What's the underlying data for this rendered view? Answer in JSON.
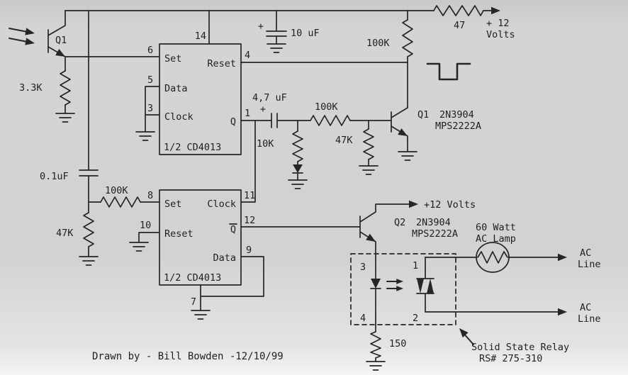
{
  "colors": {
    "paper": "#d2d2d2",
    "ink": "#262626"
  },
  "ff1": {
    "chip": "1/2 CD4013",
    "set_label": "Set",
    "data_label": "Data",
    "clock_label": "Clock",
    "reset_label": "Reset",
    "q_label": "Q",
    "pin14": "14",
    "pin6": "6",
    "pin5": "5",
    "pin3": "3",
    "pin4": "4",
    "pin1": "1"
  },
  "ff2": {
    "chip": "1/2 CD4013",
    "set_label": "Set",
    "reset_label": "Reset",
    "clock_label": "Clock",
    "qbar_label": "Q",
    "data_label": "Data",
    "pin8": "8",
    "pin10": "10",
    "pin11": "11",
    "pin12": "12",
    "pin9": "9",
    "pin7": "7"
  },
  "parts": {
    "photo_q1": "Q1",
    "r_3p3k": "3.3K",
    "c_10uF": "10 uF",
    "c_10uF_plus": "+",
    "r_100k_pullup": "100K",
    "r_47": "47",
    "supply_top_line1": "+ 12",
    "supply_top_line2": "Volts",
    "c_4p7uF": "4,7 uF",
    "c_4p7uF_plus": "+",
    "r_10k": "10K",
    "r_100k_base": "100K",
    "r_47k_base": "47K",
    "q1_name": "Q1",
    "q1_part": "2N3904",
    "q1_part_alt": "MPS2222A",
    "c_0p1uF": "0.1uF",
    "r_100k_set": "100K",
    "r_47k_in": "47K",
    "q2_name": "Q2",
    "q2_part": "2N3904",
    "q2_part_alt": "MPS2222A",
    "supply_relay": "+12 Volts",
    "r_150": "150"
  },
  "relay": {
    "pin3": "3",
    "pin1": "1",
    "pin4": "4",
    "pin2": "2",
    "caption_line1": "Solid State Relay",
    "caption_line2": "RS# 275-310"
  },
  "load": {
    "lamp_line1": "60 Watt",
    "lamp_line2": "AC Lamp",
    "ac_top_line1": "AC",
    "ac_top_line2": "Line",
    "ac_bottom_line1": "AC",
    "ac_bottom_line2": "Line"
  },
  "credit": "Drawn by - Bill Bowden -12/10/99"
}
